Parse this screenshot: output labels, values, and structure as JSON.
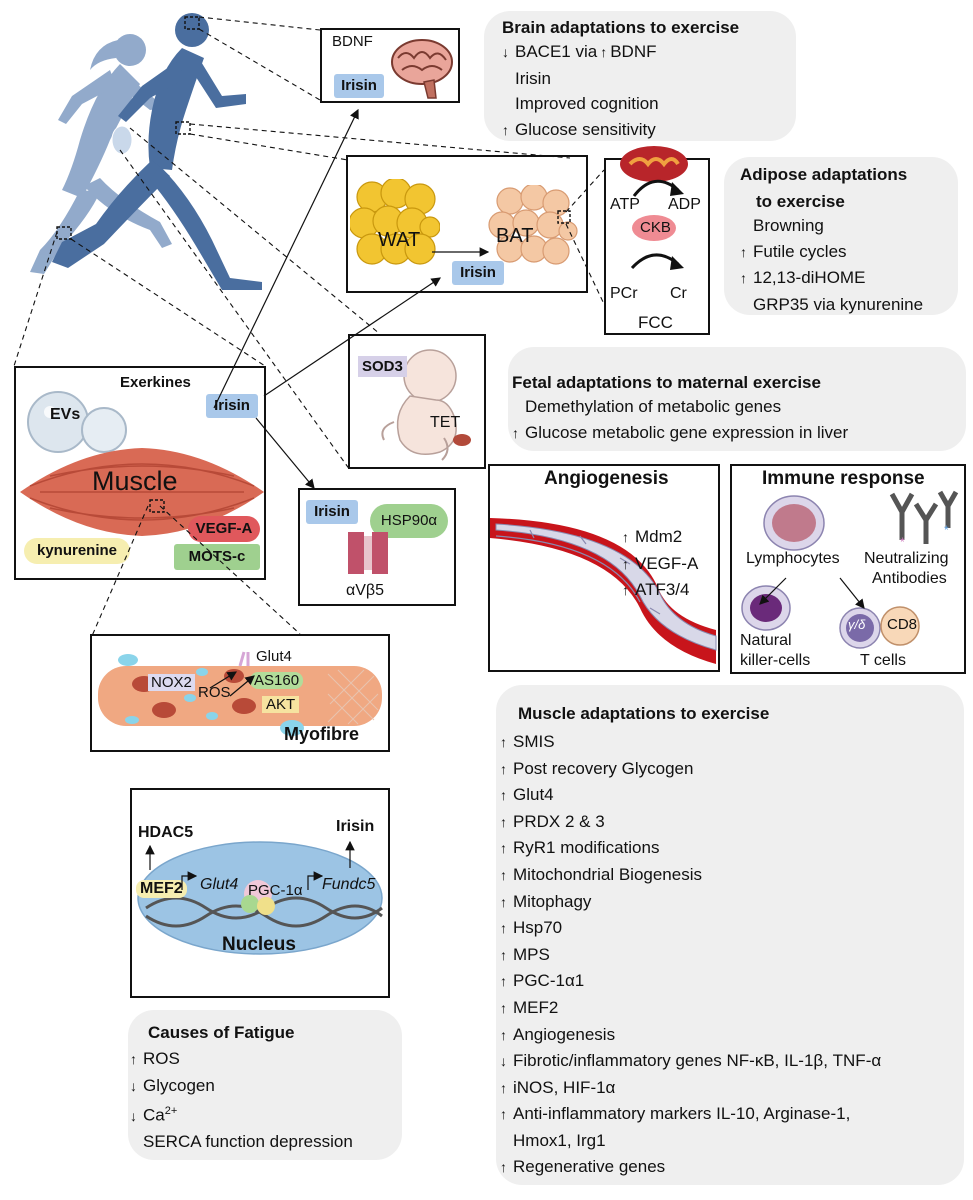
{
  "brain_box": {
    "bdnf": "BDNF",
    "irisin": "Irisin"
  },
  "brain_panel": {
    "title": "Brain adaptations to exercise",
    "items": [
      {
        "arrow": "↓",
        "text": "BACE1 via",
        "arrow2": "↑",
        "text2": "BDNF"
      },
      {
        "arrow": "",
        "text": "Irisin"
      },
      {
        "arrow": "",
        "text": "Improved cognition"
      },
      {
        "arrow": "↑",
        "text": "Glucose sensitivity"
      }
    ]
  },
  "adipose_box": {
    "wat": "WAT",
    "bat": "BAT",
    "irisin": "Irisin"
  },
  "fcc_box": {
    "atp": "ATP",
    "adp": "ADP",
    "ckb": "CKB",
    "pcr": "PCr",
    "cr": "Cr",
    "fcc": "FCC"
  },
  "adipose_panel": {
    "title_line1": "Adipose adaptations",
    "title_line2": "to exercise",
    "items": [
      {
        "arrow": "",
        "text": "Browning"
      },
      {
        "arrow": "↑",
        "text": "Futile cycles"
      },
      {
        "arrow": "↑",
        "text": "12,13-diHOME"
      },
      {
        "arrow": "",
        "text": "GRP35 via kynurenine"
      }
    ]
  },
  "fetal_box": {
    "sod3": "SOD3",
    "tet": "TET"
  },
  "fetal_panel": {
    "title": "Fetal adaptations to maternal exercise",
    "items": [
      {
        "arrow": "",
        "text": "Demethylation of metabolic genes"
      },
      {
        "arrow": "↑",
        "text": "Glucose metabolic gene expression in liver"
      }
    ]
  },
  "exerkines_box": {
    "title": "Exerkines",
    "evs": "EVs",
    "irisin": "Irisin",
    "muscle": "Muscle",
    "vegfa": "VEGF-A",
    "kynurenine": "kynurenine",
    "motsc": "MOTS-c"
  },
  "receptor_box": {
    "irisin": "Irisin",
    "hsp": "HSP90α",
    "integrin": "αVβ5"
  },
  "angiogenesis_box": {
    "title": "Angiogenesis",
    "items": [
      {
        "arrow": "↑",
        "text": "Mdm2"
      },
      {
        "arrow": "↑",
        "text": "VEGF-A"
      },
      {
        "arrow": "↑",
        "text": "ATF3/4"
      }
    ]
  },
  "immune_box": {
    "title": "Immune response",
    "lymphocytes": "Lymphocytes",
    "neutralizing": "Neutralizing",
    "antibodies": "Antibodies",
    "nk1": "Natural",
    "nk2": "killer-cells",
    "tcells": "T cells",
    "gd": "γ/δ",
    "cd8": "CD8"
  },
  "myofibre_box": {
    "nox2": "NOX2",
    "ros": "ROS",
    "glut4": "Glut4",
    "as160": "AS160",
    "akt": "AKT",
    "title": "Myofibre"
  },
  "nucleus_box": {
    "hdac5": "HDAC5",
    "irisin": "Irisin",
    "mef2": "MEF2",
    "glut4": "Glut4",
    "pgc": "PGC-1α",
    "fundc5": "Fundc5",
    "title": "Nucleus"
  },
  "muscle_panel": {
    "title": "Muscle adaptations to exercise",
    "items": [
      {
        "arrow": "↑",
        "text": "SMIS"
      },
      {
        "arrow": "↑",
        "text": "Post recovery Glycogen"
      },
      {
        "arrow": "↑",
        "text": "Glut4"
      },
      {
        "arrow": "↑",
        "text": "PRDX 2 & 3"
      },
      {
        "arrow": "↑",
        "text": "RyR1 modifications"
      },
      {
        "arrow": "↑",
        "text": "Mitochondrial Biogenesis"
      },
      {
        "arrow": "↑",
        "text": "Mitophagy"
      },
      {
        "arrow": "↑",
        "text": "Hsp70"
      },
      {
        "arrow": "↑",
        "text": "MPS"
      },
      {
        "arrow": "↑",
        "text": "PGC-1α1"
      },
      {
        "arrow": "↑",
        "text": "MEF2"
      },
      {
        "arrow": "↑",
        "text": "Angiogenesis"
      },
      {
        "arrow": "↓",
        "text": "Fibrotic/inflammatory genes NF-κB, IL-1β, TNF-α"
      },
      {
        "arrow": "↑",
        "text": "iNOS, HIF-1α"
      },
      {
        "arrow": "↑",
        "text": "Anti-inflammatory markers IL-10, Arginase-1,"
      },
      {
        "arrow": "",
        "text": "Hmox1, Irg1"
      },
      {
        "arrow": "↑",
        "text": "Regenerative genes"
      }
    ]
  },
  "fatigue_panel": {
    "title": "Causes of Fatigue",
    "items": [
      {
        "arrow": "↑",
        "text": "ROS"
      },
      {
        "arrow": "↓",
        "text": "Glycogen"
      },
      {
        "arrow": "↓",
        "text": "Ca",
        "sup": "2+"
      },
      {
        "arrow": "",
        "text": "SERCA function depression"
      }
    ]
  },
  "colors": {
    "runner": "#4a6e9f",
    "irisin_tag": "#a9c8ea",
    "panel_bg": "#efefef",
    "muscle": "#d96a55",
    "fat_yellow": "#f2c531",
    "bat_peach": "#f4c8a4",
    "vessel_red": "#c8141b"
  }
}
